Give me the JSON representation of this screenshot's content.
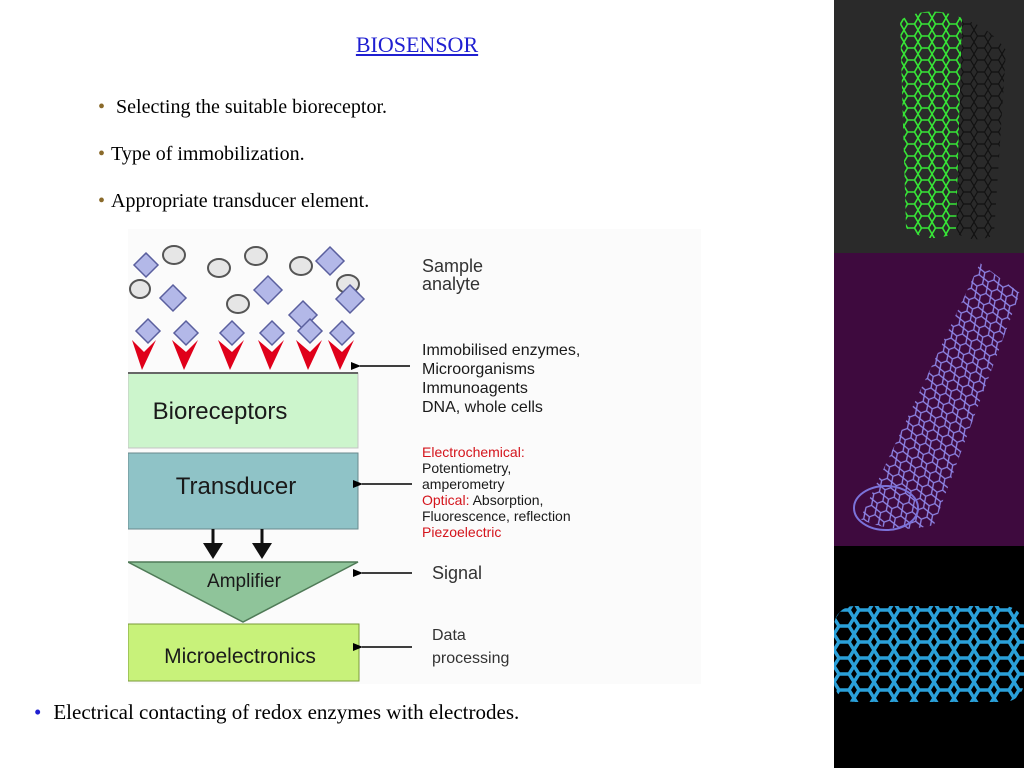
{
  "title": "BIOSENSOR",
  "bullets": [
    " Selecting the suitable bioreceptor.",
    "Type of immobilization.",
    "Appropriate transducer element."
  ],
  "bottom_bullet": "Electrical contacting of redox enzymes with electrodes.",
  "diagram": {
    "blocks": {
      "bioreceptors": "Bioreceptors",
      "transducer": "Transducer",
      "amplifier": "Amplifier",
      "microelectronics": "Microelectronics"
    },
    "labels": {
      "sample_1": "Sample",
      "sample_2": "analyte",
      "immob_1": "Immobilised enzymes,",
      "immob_2": "Microorganisms",
      "immob_3": "Immunoagents",
      "immob_4": "DNA, whole cells",
      "electrochemical": "Electrochemical:",
      "potentiometry": "Potentiometry,",
      "amperometry": "amperometry",
      "optical": "Optical:",
      "absorption": " Absorption,",
      "fluorescence": "Fluorescence, reflection",
      "piezo": "Piezoelectric",
      "signal": "Signal",
      "data_1": "Data",
      "data_2": "processing"
    }
  },
  "colors": {
    "title": "#1f1fd1",
    "bioreceptors": "#ccf5cc",
    "transducer": "#8fc3c7",
    "amplifier": "#8fc49a",
    "microelectronics": "#c8f27a",
    "receptor_red": "#e0001a",
    "analyte_diamond": "#b3b8e8",
    "emphasis_red": "#d4141c"
  },
  "images": [
    {
      "name": "green-carbon-nanotube",
      "background": "#2a2a2a"
    },
    {
      "name": "purple-carbon-nanotube",
      "background": "#3e0a3e"
    },
    {
      "name": "blue-carbon-nanotube",
      "background": "#000000"
    }
  ]
}
